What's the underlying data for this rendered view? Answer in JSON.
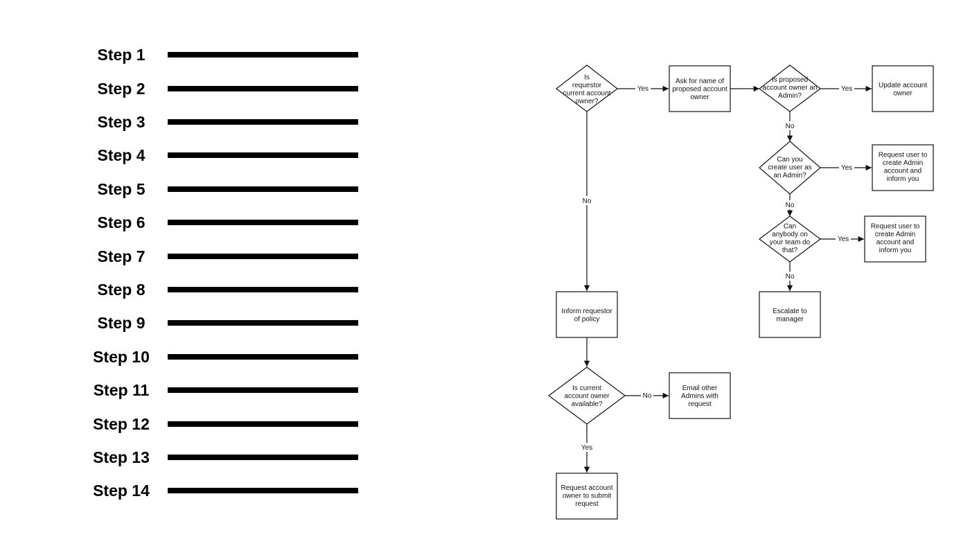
{
  "steps": [
    "Step 1",
    "Step 2",
    "Step 3",
    "Step 4",
    "Step 5",
    "Step 6",
    "Step 7",
    "Step 8",
    "Step 9",
    "Step 10",
    "Step 11",
    "Step 12",
    "Step 13",
    "Step 14"
  ],
  "flowchart": {
    "nodes": {
      "d1": [
        "Is",
        "requestor",
        "current account",
        "owner?"
      ],
      "b1": [
        "Ask for name of",
        "proposed account",
        "owner"
      ],
      "d2": [
        "Is proposed",
        "account owner an",
        "Admin?"
      ],
      "b2": [
        "Update account",
        "owner"
      ],
      "d3": [
        "Can you",
        "create user as",
        "an Admin?"
      ],
      "b3": [
        "Request user to",
        "create Admin",
        "account and",
        "inform you"
      ],
      "d4": [
        "Can",
        "anybody on",
        "your team do",
        "that?"
      ],
      "b4": [
        "Request user to",
        "create Admin",
        "account and",
        "inform you"
      ],
      "b5": [
        "Escalate to",
        "manager"
      ],
      "b6": [
        "Inform requestor",
        "of policy"
      ],
      "d5": [
        "Is current",
        "account owner",
        "available?"
      ],
      "b7": [
        "Email other",
        "Admins with",
        "request"
      ],
      "b8": [
        "Request account",
        "owner to submit",
        "request"
      ]
    },
    "edge_labels": {
      "yes": "Yes",
      "no": "No"
    }
  }
}
